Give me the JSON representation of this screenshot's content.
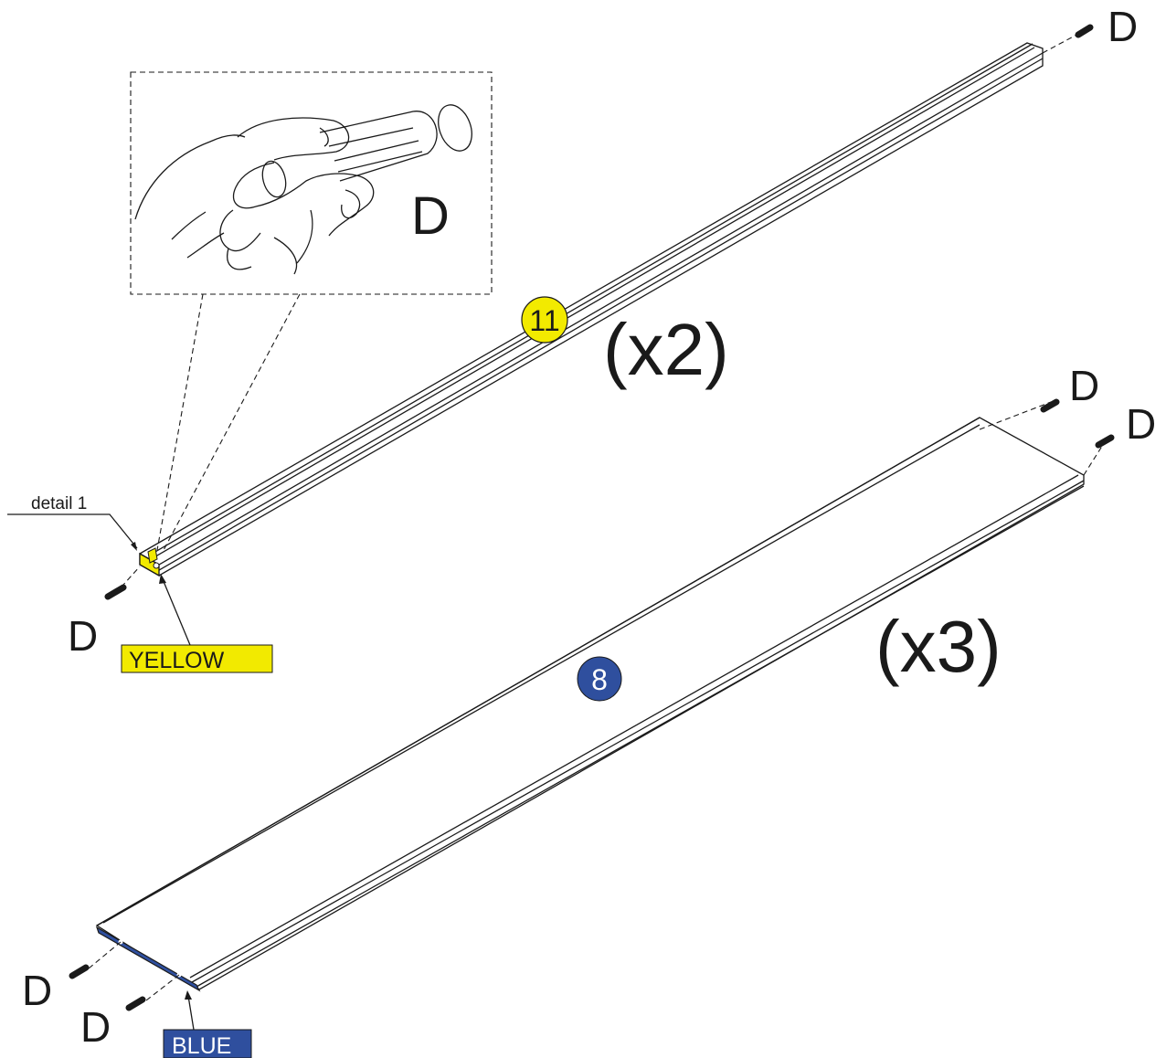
{
  "callouts": {
    "detail_label": "detail 1",
    "dowel_letter": "D",
    "yellow_tag": "YELLOW",
    "blue_tag": "BLUE"
  },
  "parts": {
    "rail": {
      "number": "11",
      "quantity": "(x2)",
      "badge_color": "#f2ea00"
    },
    "panel": {
      "number": "8",
      "quantity": "(x3)",
      "badge_color": "#2f4f9e"
    }
  },
  "colors": {
    "yellow": "#f2ea00",
    "blue": "#2f4f9e",
    "line": "#1a1a1a"
  },
  "icons": {
    "dowel": "dowel-pin-icon",
    "hand": "hand-inserting-dowel-icon"
  }
}
